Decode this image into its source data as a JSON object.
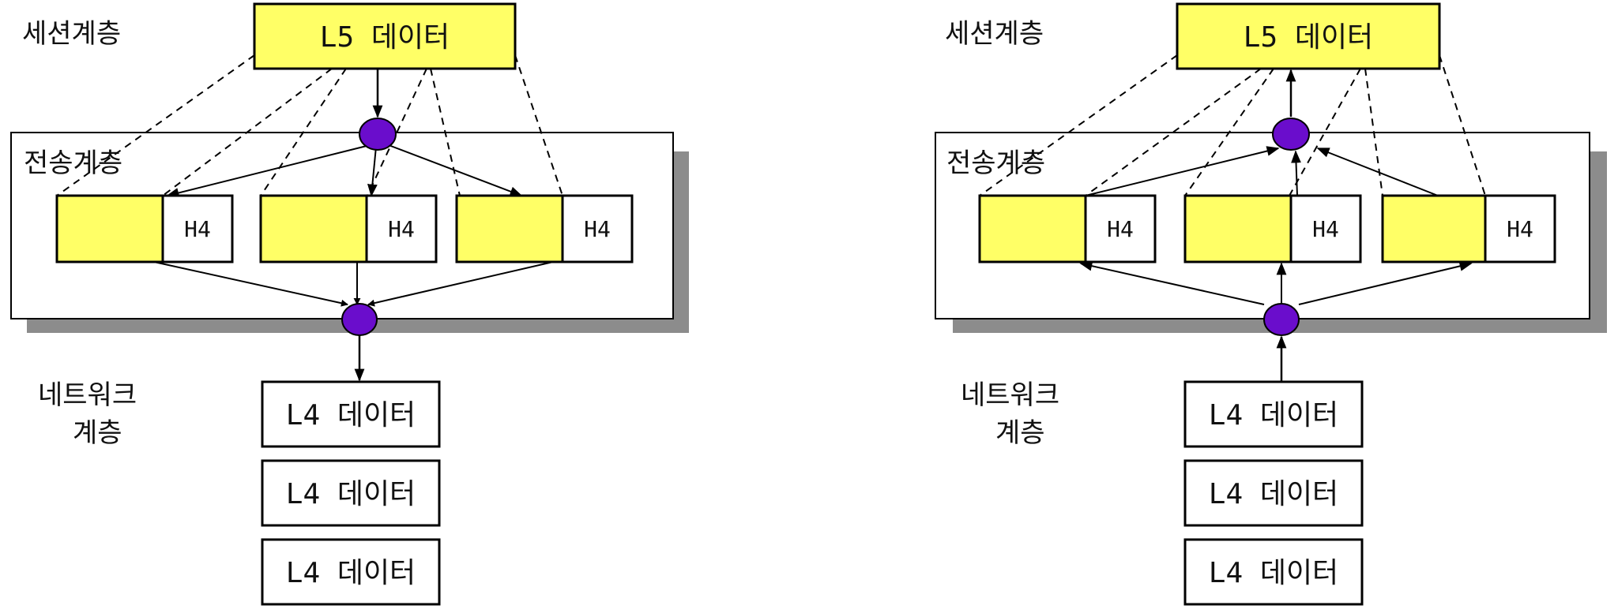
{
  "colors": {
    "highlight": "#ffff66",
    "node": "#6a0dcc",
    "shadow": "#8c8c8c",
    "stroke": "#000000"
  },
  "panels": [
    {
      "direction": "send",
      "session_label": "세션계층",
      "session_box": "L5 데이터",
      "transport_label": "전송계층",
      "segments": [
        "H4",
        "H4",
        "H4"
      ],
      "network_label_line1": "네트워크",
      "network_label_line2": "계층",
      "packets": [
        "L4 데이터",
        "L4 데이터",
        "L4 데이터"
      ]
    },
    {
      "direction": "receive",
      "session_label": "세션계층",
      "session_box": "L5 데이터",
      "transport_label": "전송계층",
      "segments": [
        "H4",
        "H4",
        "H4"
      ],
      "network_label_line1": "네트워크",
      "network_label_line2": "계층",
      "packets": [
        "L4 데이터",
        "L4 데이터",
        "L4 데이터"
      ]
    }
  ]
}
